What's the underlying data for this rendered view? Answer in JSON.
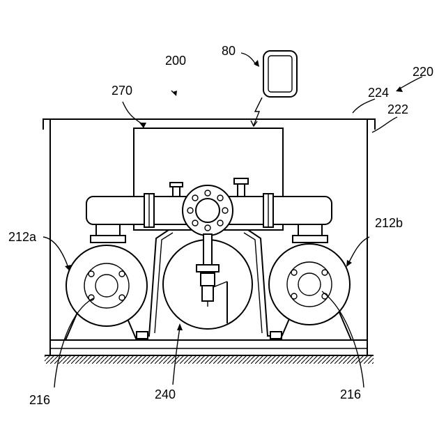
{
  "labels": {
    "system": "200",
    "terminal": "80",
    "housing": "220",
    "housing_top": "224",
    "housing_side": "222",
    "controller": "270",
    "pump_left": "212a",
    "pump_right": "212b",
    "motor_left": "216",
    "motor_right": "216",
    "tank": "240"
  }
}
